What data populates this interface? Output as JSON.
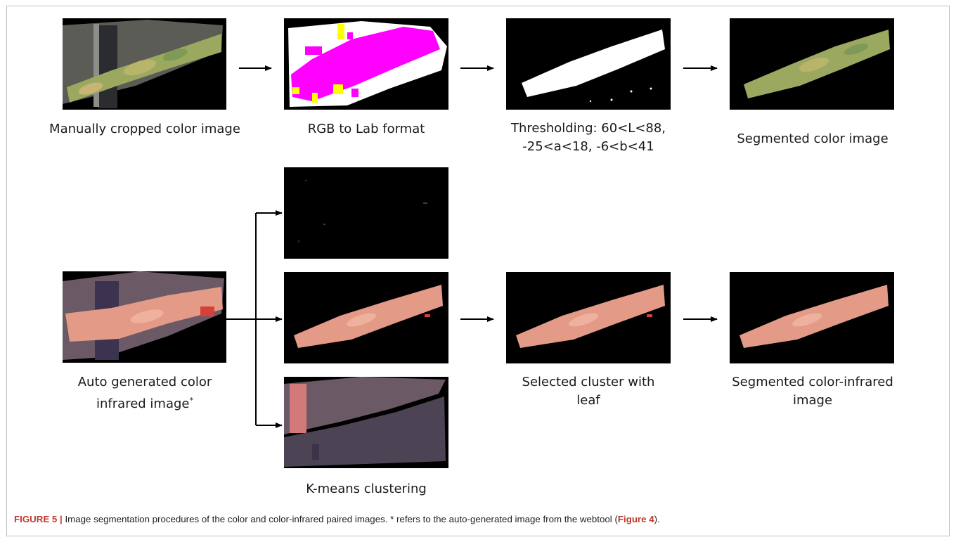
{
  "figure": {
    "panels": {
      "color_original": "Manually cropped color image",
      "lab": "RGB to Lab format",
      "threshold_line1": "Thresholding: 60<L<88,",
      "threshold_line2": "-25<a<18, -6<b<41",
      "segmented_color": "Segmented color image",
      "cir_line1": "Auto generated color",
      "cir_line2": "infrared image",
      "cir_footnote_mark": "*",
      "kmeans": "K-means clustering",
      "selected_line1": "Selected cluster with",
      "selected_line2": "leaf",
      "segmented_cir_line1": "Segmented color-infrared",
      "segmented_cir_line2": "image"
    },
    "caption": {
      "label": "FIGURE 5 |",
      "text_before": " Image segmentation procedures of the color and color-infrared paired images. * refers to the auto-generated image from the webtool (",
      "ref": "Figure 4",
      "text_after": ")."
    }
  },
  "colors": {
    "caption_accent": "#c0392b",
    "lab_magenta": "#ff00ff",
    "lab_yellow": "#ffff00",
    "leaf_green": "#9aa860",
    "leaf_cir": "#e39a86"
  }
}
